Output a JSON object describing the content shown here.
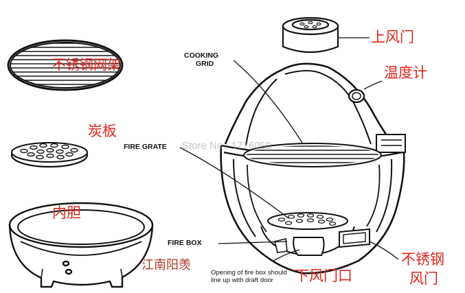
{
  "labels_cn": {
    "top_vent": "上风门",
    "thermometer": "温度计",
    "cooking_grid": "不锈钢网架",
    "fire_grate": "炭板",
    "fire_box": "内胆",
    "bottom_vent_opening": "下风门口",
    "stainless_door_line1": "不锈钢",
    "stainless_door_line2": "风门",
    "watermark_cn": "江南阳羡"
  },
  "labels_en": {
    "cooking_grid_line1": "COOKING",
    "cooking_grid_line2": "GRID",
    "fire_grate": "FIRE GRATE",
    "fire_box": "FIRE BOX",
    "opening_note": "Opening of fire box should line up with draft door"
  },
  "watermark": "Store No.: 1776050",
  "colors": {
    "cn_label": "#e0251b",
    "line": "#1a1a1a",
    "fill": "#ffffff"
  }
}
